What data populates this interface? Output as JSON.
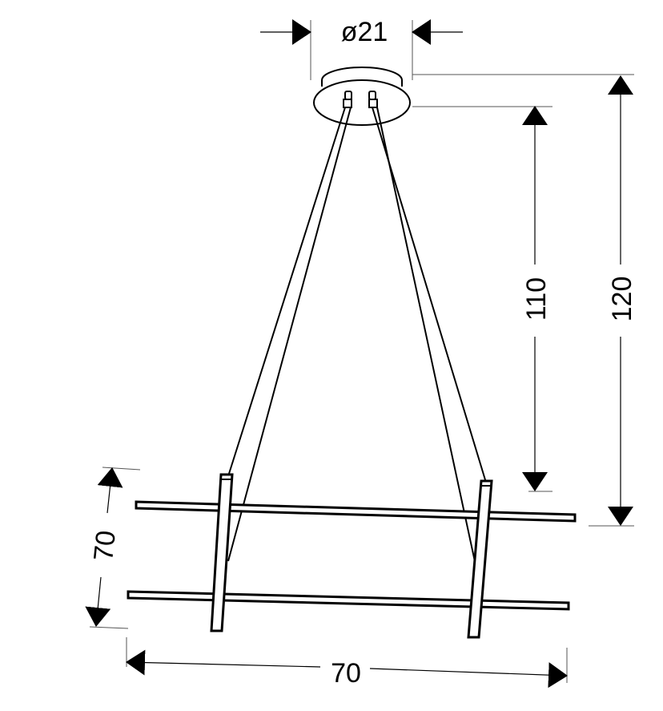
{
  "title": "Pendant lamp dimension drawing",
  "dimensions": {
    "canopy_diameter": "ø21",
    "wire_length": "110",
    "total_height": "120",
    "depth": "70",
    "width": "70"
  }
}
